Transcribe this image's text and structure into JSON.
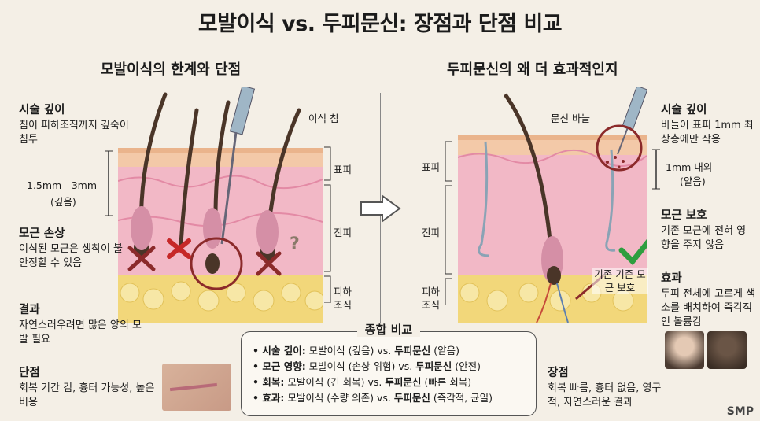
{
  "title": "모발이식 vs. 두피문신: 장점과 단점 비교",
  "left": {
    "heading": "모발이식의 한계와 단점",
    "depth": {
      "title": "시술 깊이",
      "text": "침이 피하조직까지 깊숙이 침투"
    },
    "depth_measure": "1.5mm - 3mm",
    "depth_note": "(깊음)",
    "damage": {
      "title": "모근 손상",
      "text": "이식된 모근은 생착이 불안정할 수 있음"
    },
    "result": {
      "title": "결과",
      "text": "자연스러우려면 많은 양의 모발 필요"
    },
    "cons": {
      "title": "단점",
      "text": "회복 기간 김, 흉터 가능성, 높은 비용"
    },
    "needle_label": "이식 침",
    "layer_labels": [
      "표피",
      "진피",
      "피하",
      "조직"
    ],
    "question_mark": "?"
  },
  "right": {
    "heading": "두피문신의 왜 더 효과적인지",
    "needle_label": "문신 바늘",
    "depth": {
      "title": "시술 깊이",
      "text": "바늘이 표피 1mm 최상층에만 작용"
    },
    "depth_measure": "1mm 내외",
    "depth_note": "(얕음)",
    "protect": {
      "title": "모근 보호",
      "text": "기존 모근에 전혀 영향을 주지 않음"
    },
    "effect": {
      "title": "효과",
      "text": "두피 전체에 고르게 색소를 배치하여 즉각적인 볼륨감"
    },
    "pros": {
      "title": "장점",
      "text": "회복 빠름, 흉터 없음, 영구적, 자연스러운 결과"
    },
    "follicle_label": "기존 기존 모근 보호",
    "layer_labels": [
      "표피",
      "진피",
      "피하",
      "조직"
    ]
  },
  "summary": {
    "title": "종합 비교",
    "rows": [
      {
        "key": "시술 깊이:",
        "a": " 모발이식 (깊음) vs. ",
        "b": "두피문신",
        "c": " (얕음)"
      },
      {
        "key": "모근 영향:",
        "a": " 모발이식 (손상 위험) vs. ",
        "b": "두피문신",
        "c": " (안전)"
      },
      {
        "key": "회복:",
        "a": " 모발이식 (긴 회복) vs. ",
        "b": "두피문신",
        "c": " (빠른 회복)"
      },
      {
        "key": "효과:",
        "a": " 모발이식 (수량 의존) vs. ",
        "b": "두피문신",
        "c": " (즉각적, 균일)"
      }
    ]
  },
  "logo": "SMP",
  "colors": {
    "epidermis": "#f3c9a8",
    "dermis": "#f2b8c6",
    "fat": "#f2d77a",
    "hair": "#4a3528",
    "needle": "#9fb6c6",
    "cross": "#c62828",
    "check": "#2e9e3f",
    "circle": "#8b2a2a"
  }
}
